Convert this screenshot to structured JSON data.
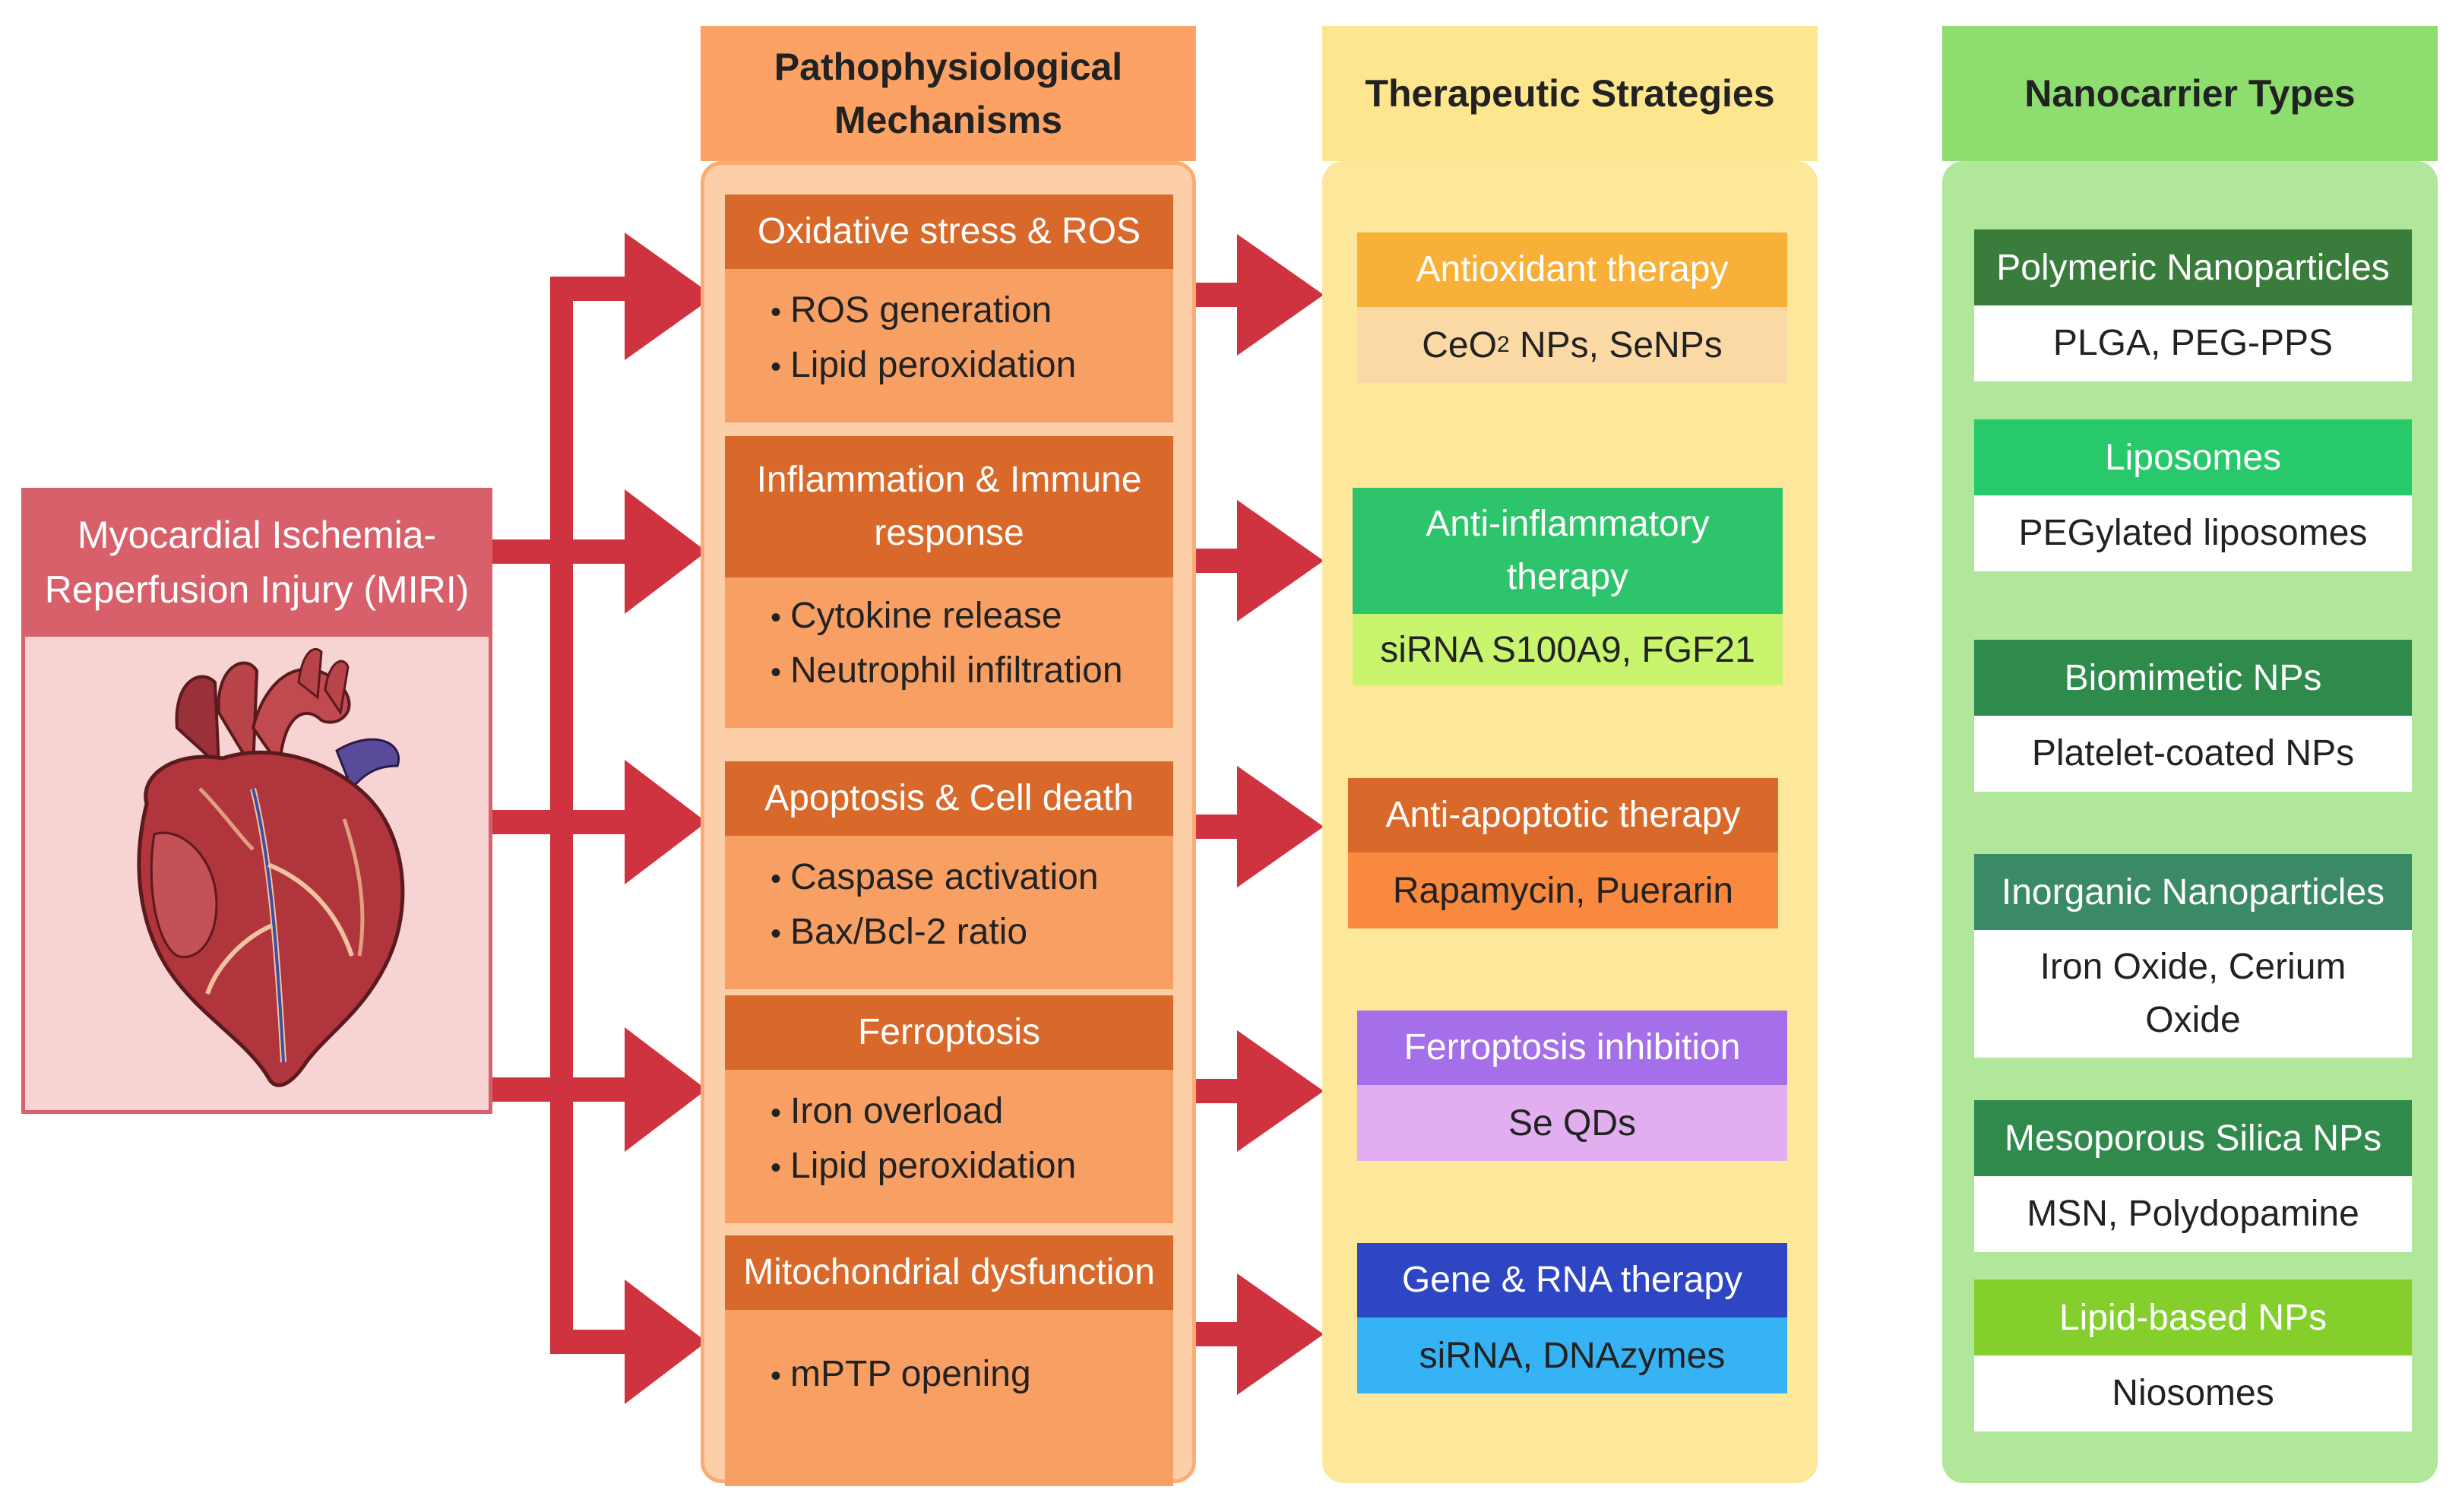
{
  "miri": {
    "title": "Myocardial Ischemia-Reperfusion Injury (MIRI)",
    "image": "heart-illustration"
  },
  "headers": {
    "mechanisms": "Pathophysiological Mechanisms",
    "strategies": "Therapeutic Strategies",
    "nanocarriers": "Nanocarrier Types"
  },
  "mechanisms": [
    {
      "title": "Oxidative stress & ROS",
      "items": [
        "ROS generation",
        "Lipid peroxidation"
      ]
    },
    {
      "title": "Inflammation & Immune response",
      "items": [
        "Cytokine release",
        "Neutrophil infiltration"
      ]
    },
    {
      "title": "Apoptosis & Cell death",
      "items": [
        "Caspase activation",
        "Bax/Bcl-2 ratio"
      ]
    },
    {
      "title": "Ferroptosis",
      "items": [
        "Iron overload",
        "Lipid peroxidation"
      ]
    },
    {
      "title": "Mitochondrial dysfunction",
      "items": [
        "mPTP opening"
      ]
    }
  ],
  "strategies": [
    {
      "title": "Antioxidant therapy",
      "detail_pre": "CeO",
      "detail_sub": "2",
      "detail_post": " NPs, SeNPs",
      "title_color": "#f8b038",
      "body_color": "#fbd9a4"
    },
    {
      "title": "Anti-inflammatory therapy",
      "detail": "siRNA S100A9, FGF21",
      "title_color": "#2ec46c",
      "body_color": "#c9f56e"
    },
    {
      "title": "Anti-apoptotic therapy",
      "detail": "Rapamycin, Puerarin",
      "title_color": "#d9692a",
      "body_color": "#f8893e"
    },
    {
      "title": "Ferroptosis inhibition",
      "detail": "Se QDs",
      "title_color": "#a46fe8",
      "body_color": "#e2aef0"
    },
    {
      "title": "Gene & RNA therapy",
      "detail": "siRNA, DNAzymes",
      "title_color": "#2e45c4",
      "body_color": "#35b3f5"
    }
  ],
  "nanocarriers": [
    {
      "title": "Polymeric Nanoparticles",
      "detail": "PLGA, PEG-PPS",
      "color": "#3a7c3b"
    },
    {
      "title": "Liposomes",
      "detail": "PEGylated liposomes",
      "color": "#27c96a"
    },
    {
      "title": "Biomimetic NPs",
      "detail": "Platelet-coated NPs",
      "color": "#2e8b4c"
    },
    {
      "title": "Inorganic Nanoparticles",
      "detail": "Iron Oxide, Cerium Oxide",
      "color": "#3a8a66"
    },
    {
      "title": "Mesoporous Silica NPs",
      "detail": "MSN, Polydopamine",
      "color": "#2f8a4c"
    },
    {
      "title": "Lipid-based NPs",
      "detail": "Niosomes",
      "color": "#84cf2c"
    }
  ],
  "colors": {
    "arrow": "#cf3340",
    "mech_panel": "#fdcfa8",
    "mech_header": "#fba264",
    "strat_panel": "#fce79a",
    "strat_header": "#fde68e",
    "nano_panel": "#b0e79a",
    "nano_header": "#8ede6f"
  }
}
